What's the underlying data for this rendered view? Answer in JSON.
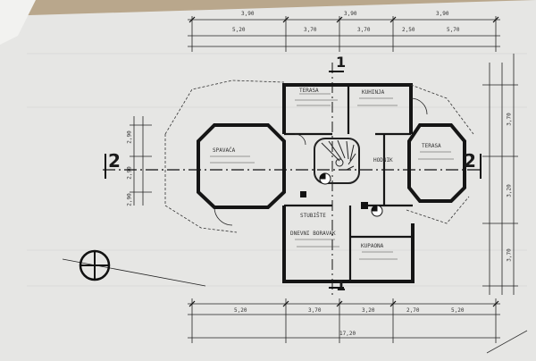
{
  "drawing": {
    "paper_color": "#e9e8e6",
    "line_color": "#1b1b1b",
    "grid_color": "#c9c9c9"
  },
  "section_marks": {
    "left": "2",
    "right": "2",
    "top": "1",
    "bottom": "1"
  },
  "dimensions": {
    "top_row_1": [
      "3,90",
      "3,90",
      "3,90"
    ],
    "top_row_2": [
      "5,20",
      "3,70",
      "3,70",
      "2,50",
      "5,70"
    ],
    "bottom_row_1": [
      "5,20",
      "3,70",
      "3,20",
      "2,70",
      "5,20"
    ],
    "bottom_total": "17,20",
    "right_col": [
      "3,70",
      "3,20",
      "3,70"
    ],
    "left_col": [
      "2,90",
      "2,90",
      "2,90"
    ]
  },
  "rooms": [
    {
      "name": "TERASA",
      "bind": "rooms.0.name"
    },
    {
      "name": "KUHINJA",
      "bind": "rooms.1.name"
    },
    {
      "name": "STUBIŠTE",
      "bind": "rooms.2.name"
    },
    {
      "name": "DNEVNI BORAVAK",
      "bind": "rooms.3.name"
    },
    {
      "name": "SPAVAĆA",
      "bind": "rooms.4.name"
    },
    {
      "name": "HODNIK",
      "bind": "rooms.5.name"
    },
    {
      "name": "KUPAONA",
      "bind": "rooms.6.name"
    },
    {
      "name": "TERASA",
      "bind": "rooms.7.name"
    }
  ],
  "north_arrow": {
    "icon": "north-arrow-icon"
  }
}
